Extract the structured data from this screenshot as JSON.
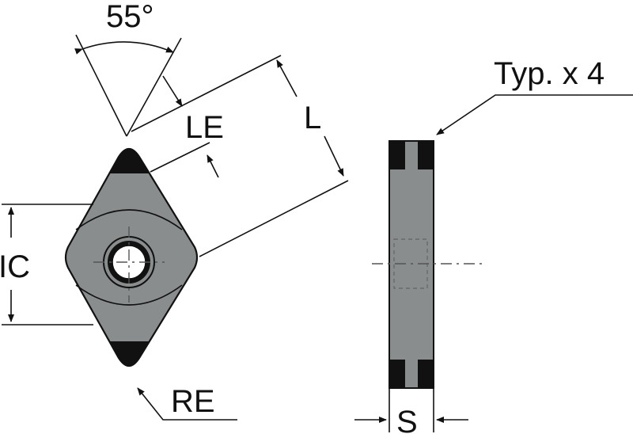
{
  "labels": {
    "angle": "55°",
    "le": "LE",
    "l": "L",
    "ic": "IC",
    "re": "RE",
    "typ": "Typ. x 4",
    "s": "S"
  },
  "colors": {
    "insert_body": "#8a8d8e",
    "outline": "#111111",
    "tip": "#111111",
    "background": "#ffffff"
  }
}
